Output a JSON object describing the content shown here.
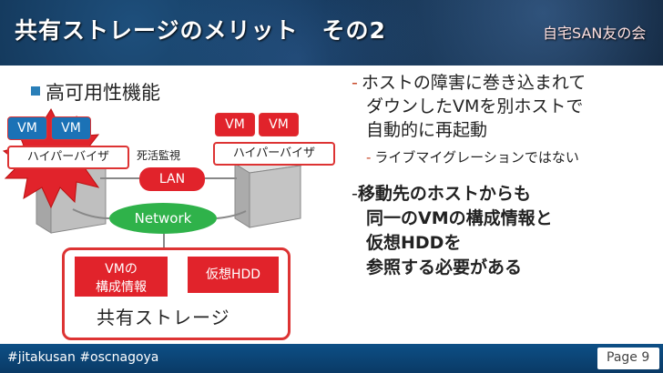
{
  "slide": {
    "title": "共有ストレージのメリット　その2",
    "brand": "自宅SAN友の会"
  },
  "left": {
    "bullet": "高可用性機能",
    "vm_label": "VM",
    "hypervisor_left": "ハイパーバイザ",
    "hypervisor_right": "ハイパーバイザ",
    "monitor": "死活監視",
    "lan": "LAN",
    "network": "Network",
    "config_line1": "VMの",
    "config_line2": "構成情報",
    "hdd": "仮想HDD",
    "storage": "共有ストレージ"
  },
  "right": {
    "b1_dash": "-",
    "b1_lines": [
      "ホストの障害に巻き込まれて",
      "ダウンしたVMを別ホストで",
      "自動的に再起動"
    ],
    "sub_dash": "-",
    "sub": "ライブマイグレーションではない",
    "b2_dash": "-",
    "b2_lines": [
      "移動先のホストからも",
      "同一のVMの構成情報と",
      "仮想HDDを",
      "参照する必要がある"
    ]
  },
  "footer": {
    "hashtags": "#jitakusan #oscnagoya",
    "page": "Page 9"
  },
  "colors": {
    "header": "#0e2b48",
    "footer": "#0a3a66",
    "accent_red": "#e1232b",
    "vm_blue": "#1b72b6",
    "network_green": "#2fb24a"
  }
}
